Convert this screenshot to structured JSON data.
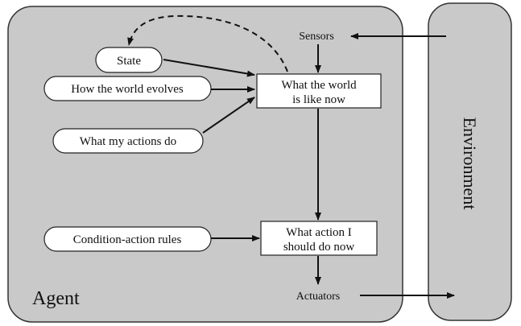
{
  "agent": {
    "label": "Agent",
    "sensors": "Sensors",
    "actuators": "Actuators",
    "state": "State",
    "world_evolves": "How the world evolves",
    "actions_do": "What my actions do",
    "rules": "Condition-action rules",
    "world_now": [
      "What the world",
      "is like now"
    ],
    "action_now": [
      "What action I",
      "should do now"
    ]
  },
  "environment": {
    "label": "Environment"
  },
  "colors": {
    "panel": "#c9c9c9",
    "ink": "#111111"
  }
}
